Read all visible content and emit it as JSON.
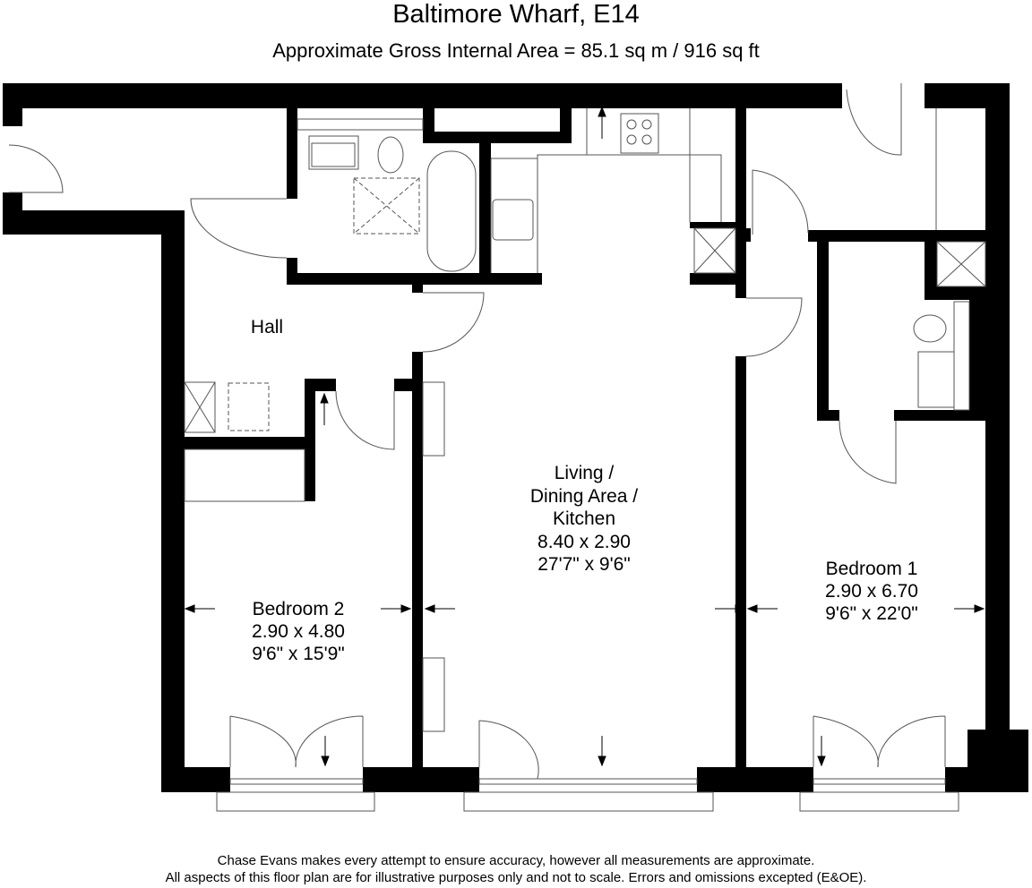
{
  "header": {
    "title": "Baltimore Wharf, E14",
    "area": "Approximate Gross Internal Area = 85.1 sq m / 916 sq ft"
  },
  "rooms": {
    "hall": {
      "name": "Hall"
    },
    "living": {
      "name_lines": [
        "Living /",
        "Dining Area /",
        "Kitchen"
      ],
      "metric": "8.40 x 2.90",
      "imperial": "27'7\" x 9'6\""
    },
    "bedroom2": {
      "name": "Bedroom 2",
      "metric": "2.90 x 4.80",
      "imperial": "9'6\" x 15'9\""
    },
    "bedroom1": {
      "name": "Bedroom 1",
      "metric": "2.90 x 6.70",
      "imperial": "9'6\" x 22'0\""
    }
  },
  "footer": {
    "line1": "Chase Evans makes every attempt to ensure accuracy, however all measurements are approximate.",
    "line2": "All aspects of this floor plan are for illustrative purposes only and not to scale. Errors and omissions excepted (E&OE)."
  },
  "colors": {
    "wall": "#000000",
    "line": "#555555",
    "background": "#ffffff"
  }
}
